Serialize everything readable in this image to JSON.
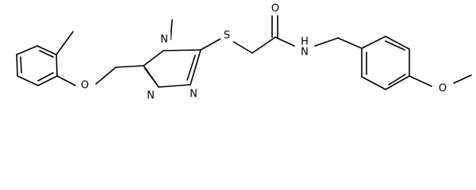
{
  "molecule": {
    "atoms": {
      "o_ether": "O",
      "n_triazole_top": "N",
      "n_triazole_left": "N",
      "n_triazole_bottom": "N",
      "s_thioether": "S",
      "o_carbonyl": "O",
      "nh_amide": "N",
      "h_amide": "H",
      "o_methoxy": "O"
    }
  }
}
